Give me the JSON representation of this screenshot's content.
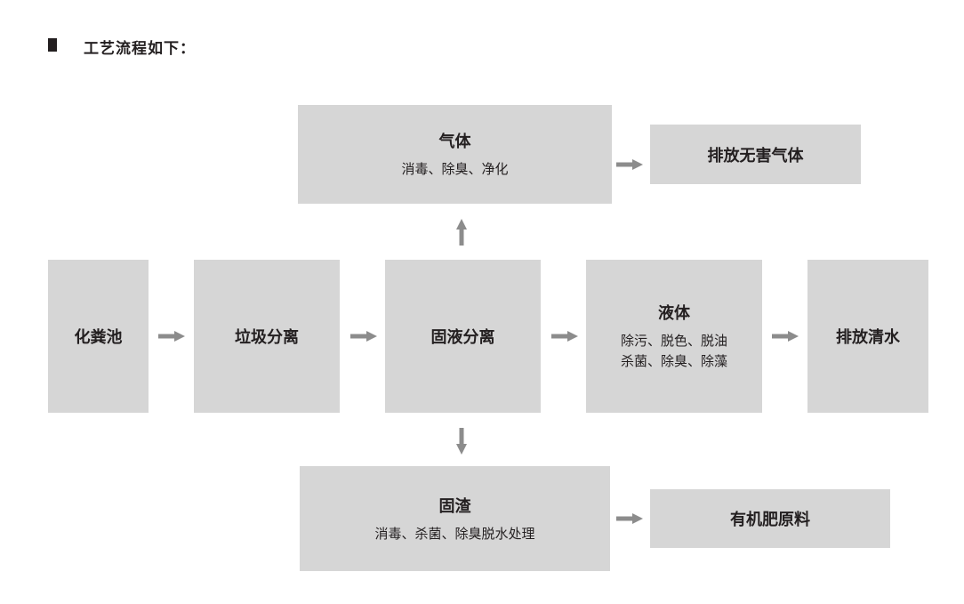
{
  "header": {
    "title": "工艺流程如下："
  },
  "nodes": {
    "gas": {
      "title": "气体",
      "desc": "消毒、除臭、净化"
    },
    "gas_out": {
      "title": "排放无害气体"
    },
    "septic": {
      "title": "化粪池"
    },
    "garbage": {
      "title": "垃圾分离"
    },
    "solid_liquid": {
      "title": "固液分离"
    },
    "liquid": {
      "title": "液体",
      "desc1": "除污、脱色、脱油",
      "desc2": "杀菌、除臭、除藻"
    },
    "water_out": {
      "title": "排放清水"
    },
    "residue": {
      "title": "固渣",
      "desc": "消毒、杀菌、除臭脱水处理"
    },
    "fertilizer": {
      "title": "有机肥原料"
    }
  },
  "colors": {
    "box": "#d6d6d6",
    "arrow": "#8c8c8c",
    "text": "#231f20"
  }
}
